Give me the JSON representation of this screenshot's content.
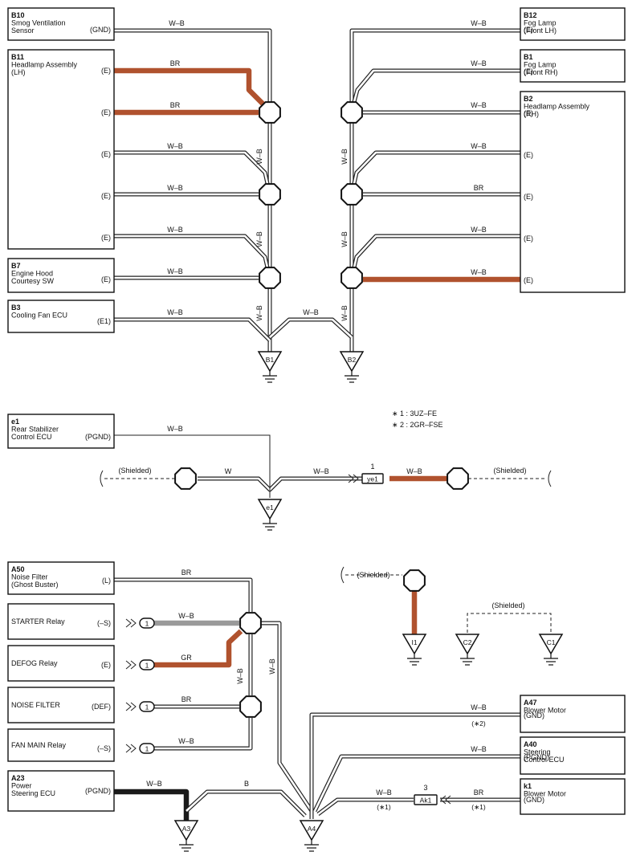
{
  "colors": {
    "BR": "#b0522e",
    "GR": "#9a9a9a",
    "B": "#1a1a1a"
  },
  "components": [
    {
      "code": "B10",
      "name": "Smog Ventilation\nSensor"
    },
    {
      "code": "B11",
      "name": "Headlamp Assembly\n(LH)"
    },
    {
      "code": "B7",
      "name": "Engine Hood\nCourtesy SW"
    },
    {
      "code": "B3",
      "name": "Cooling Fan ECU"
    },
    {
      "code": "B12",
      "name": "Fog Lamp\n(Front LH)"
    },
    {
      "code": "B1",
      "name": "Fog Lamp\n(Front RH)"
    },
    {
      "code": "B2",
      "name": "Headlamp Assembly\n(RH)"
    },
    {
      "code": "e1",
      "name": "Rear Stabilizer\nControl ECU"
    },
    {
      "code": "A50",
      "name": "Noise Filter\n(Ghost Buster)"
    },
    {
      "code": "",
      "name": "STARTER Relay"
    },
    {
      "code": "",
      "name": "DEFOG Relay"
    },
    {
      "code": "",
      "name": "NOISE FILTER"
    },
    {
      "code": "",
      "name": "FAN MAIN Relay"
    },
    {
      "code": "A23",
      "name": "Power\nSteering ECU"
    },
    {
      "code": "A47",
      "name": "Blower Motor"
    },
    {
      "code": "A40",
      "name": "Steering\nControl ECU"
    },
    {
      "code": "k1",
      "name": "Blower Motor"
    }
  ],
  "pins": [
    "(GND)",
    "(E)",
    "(E)",
    "(E)",
    "(E)",
    "(E)",
    "(E)",
    "(E1)",
    "(E)",
    "(E)",
    "(E)",
    "(E)",
    "(E)",
    "(E)",
    "(E)",
    "(PGND)",
    "(L)",
    "(–S)",
    "(E)",
    "(DEF)",
    "(–S)",
    "(PGND)",
    "(GND)",
    "(PGND)",
    "(GND)"
  ],
  "wire_labels": [
    "W–B",
    "BR",
    "BR",
    "W–B",
    "W–B",
    "W–B",
    "W–B",
    "W–B",
    "W–B",
    "W–B",
    "W–B",
    "W–B",
    "W–B",
    "W–B",
    "W–B",
    "BR",
    "W–B",
    "W–B",
    "W–B",
    "W–B",
    "W–B",
    "W–B",
    "W–B",
    "W",
    "W–B",
    "W–B",
    "BR",
    "W–B",
    "GR",
    "BR",
    "W–B",
    "W–B",
    "W–B",
    "W–B",
    "B",
    "W–B",
    "W–B",
    "W–B",
    "BR"
  ],
  "shielded": [
    "(Shielded)",
    "(Shielded)",
    "(Shielded)",
    "(Shielded)"
  ],
  "grounds": [
    "B1",
    "B2",
    "e1",
    "A3",
    "A4",
    "I1",
    "C2",
    "C1"
  ],
  "connectors": [
    "1",
    "1",
    "1",
    "1",
    "ye1",
    "Ak1"
  ],
  "connector_pins": [
    "1",
    "3"
  ],
  "notes": [
    "∗ 1 : 3UZ–FE",
    "∗ 2 : 2GR–FSE"
  ],
  "footnote_marks": [
    "(∗1)",
    "(∗1)",
    "(∗2)"
  ]
}
